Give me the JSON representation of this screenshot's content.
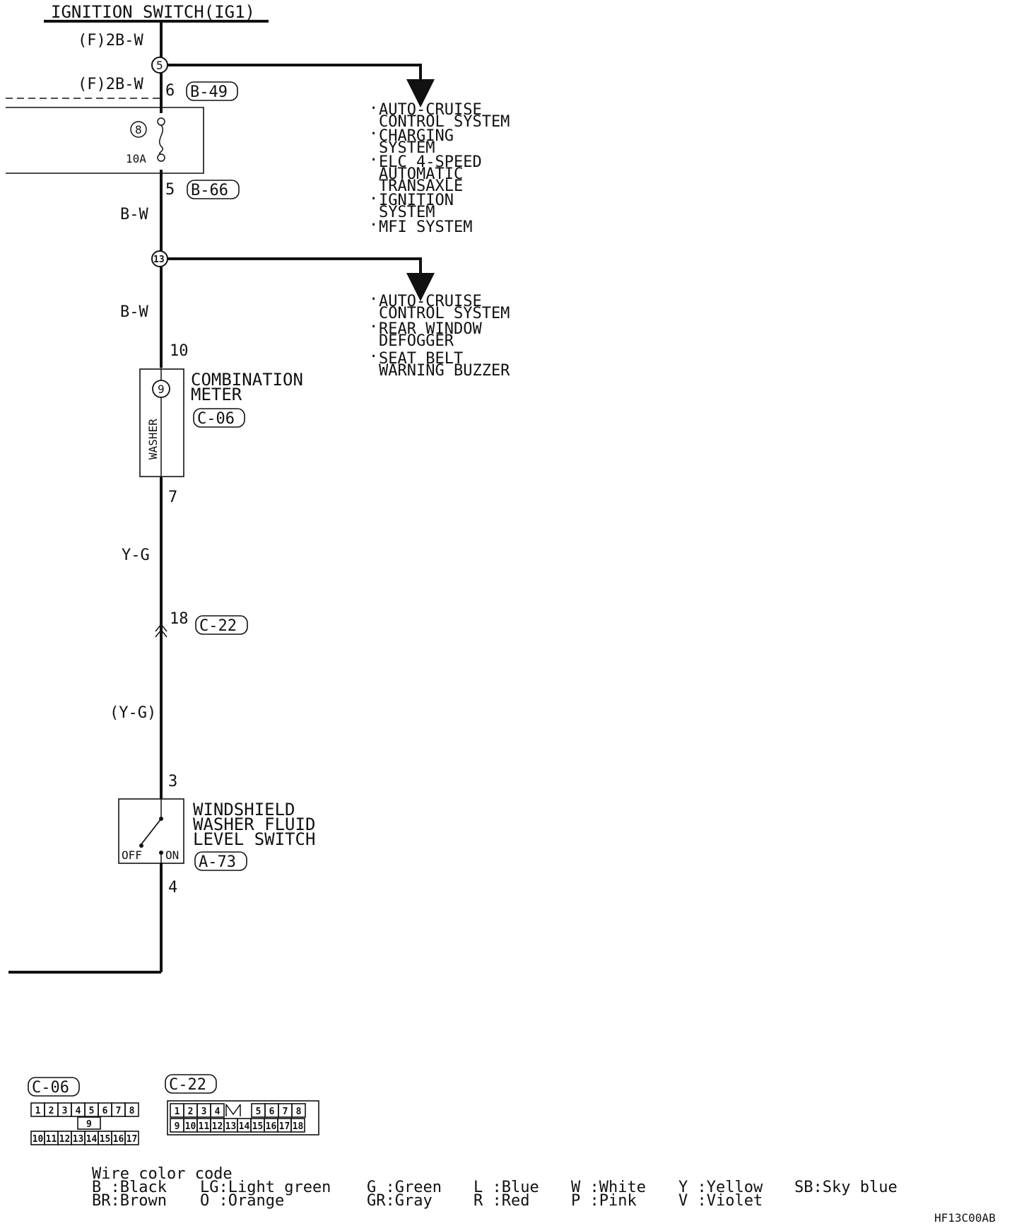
{
  "header": {
    "title": "IGNITION SWITCH(IG1)"
  },
  "wires": {
    "top_color": "(F)2B-W",
    "top_color2": "(F)2B-W",
    "bw1": "B-W",
    "bw2": "B-W",
    "yg1": "Y-G",
    "yg2": "(Y-G)"
  },
  "junctions": {
    "j1": "5",
    "j2": "13"
  },
  "connectors": {
    "b49": {
      "id": "B-49",
      "pin": "6"
    },
    "b66": {
      "id": "B-66",
      "pin": "5"
    },
    "c06": {
      "id": "C-06",
      "pin_in": "10",
      "pin_out": "7"
    },
    "c22": {
      "id": "C-22",
      "pin": "18"
    },
    "a73": {
      "id": "A-73",
      "pin_in": "3",
      "pin_out": "4"
    }
  },
  "fuse": {
    "number": "8",
    "rating": "10A"
  },
  "branch1": [
    "AUTO-CRUISE",
    "CONTROL SYSTEM",
    "CHARGING",
    "SYSTEM",
    "ELC 4-SPEED",
    "AUTOMATIC",
    "TRANSAXLE",
    "IGNITION",
    "SYSTEM",
    "MFI SYSTEM"
  ],
  "branch2": [
    "AUTO-CRUISE",
    "CONTROL SYSTEM",
    "REAR WINDOW",
    "DEFOGGER",
    "SEAT BELT",
    "WARNING BUZZER"
  ],
  "meter": {
    "name_line1": "COMBINATION",
    "name_line2": "METER",
    "indicator": "WASHER",
    "symbol": "9"
  },
  "switch": {
    "line1": "WINDSHIELD",
    "line2": "WASHER FLUID",
    "line3": "LEVEL SWITCH",
    "off": "OFF",
    "on": "ON"
  },
  "connector_views": {
    "c06": {
      "label": "C-06",
      "top_row": [
        "1",
        "2",
        "3",
        "4",
        "5",
        "6",
        "7",
        "8"
      ],
      "middle": "9",
      "bottom_row": [
        "10",
        "11",
        "12",
        "13",
        "14",
        "15",
        "16",
        "17"
      ]
    },
    "c22": {
      "label": "C-22",
      "top_row": [
        "1",
        "2",
        "3",
        "4",
        "5",
        "6",
        "7",
        "8"
      ],
      "bottom_row": [
        "9",
        "10",
        "11",
        "12",
        "13",
        "14",
        "15",
        "16",
        "17",
        "18"
      ]
    }
  },
  "legend": {
    "title": "Wire color code",
    "codes": [
      "B :Black",
      "BR:Brown",
      "LG:Light green",
      "O :Orange",
      "G :Green",
      "GR:Gray",
      "L :Blue",
      "R :Red",
      "W :White",
      "P :Pink",
      "Y :Yellow",
      "V :Violet",
      "SB:Sky blue"
    ]
  },
  "figure_code": "HF13C00AB"
}
